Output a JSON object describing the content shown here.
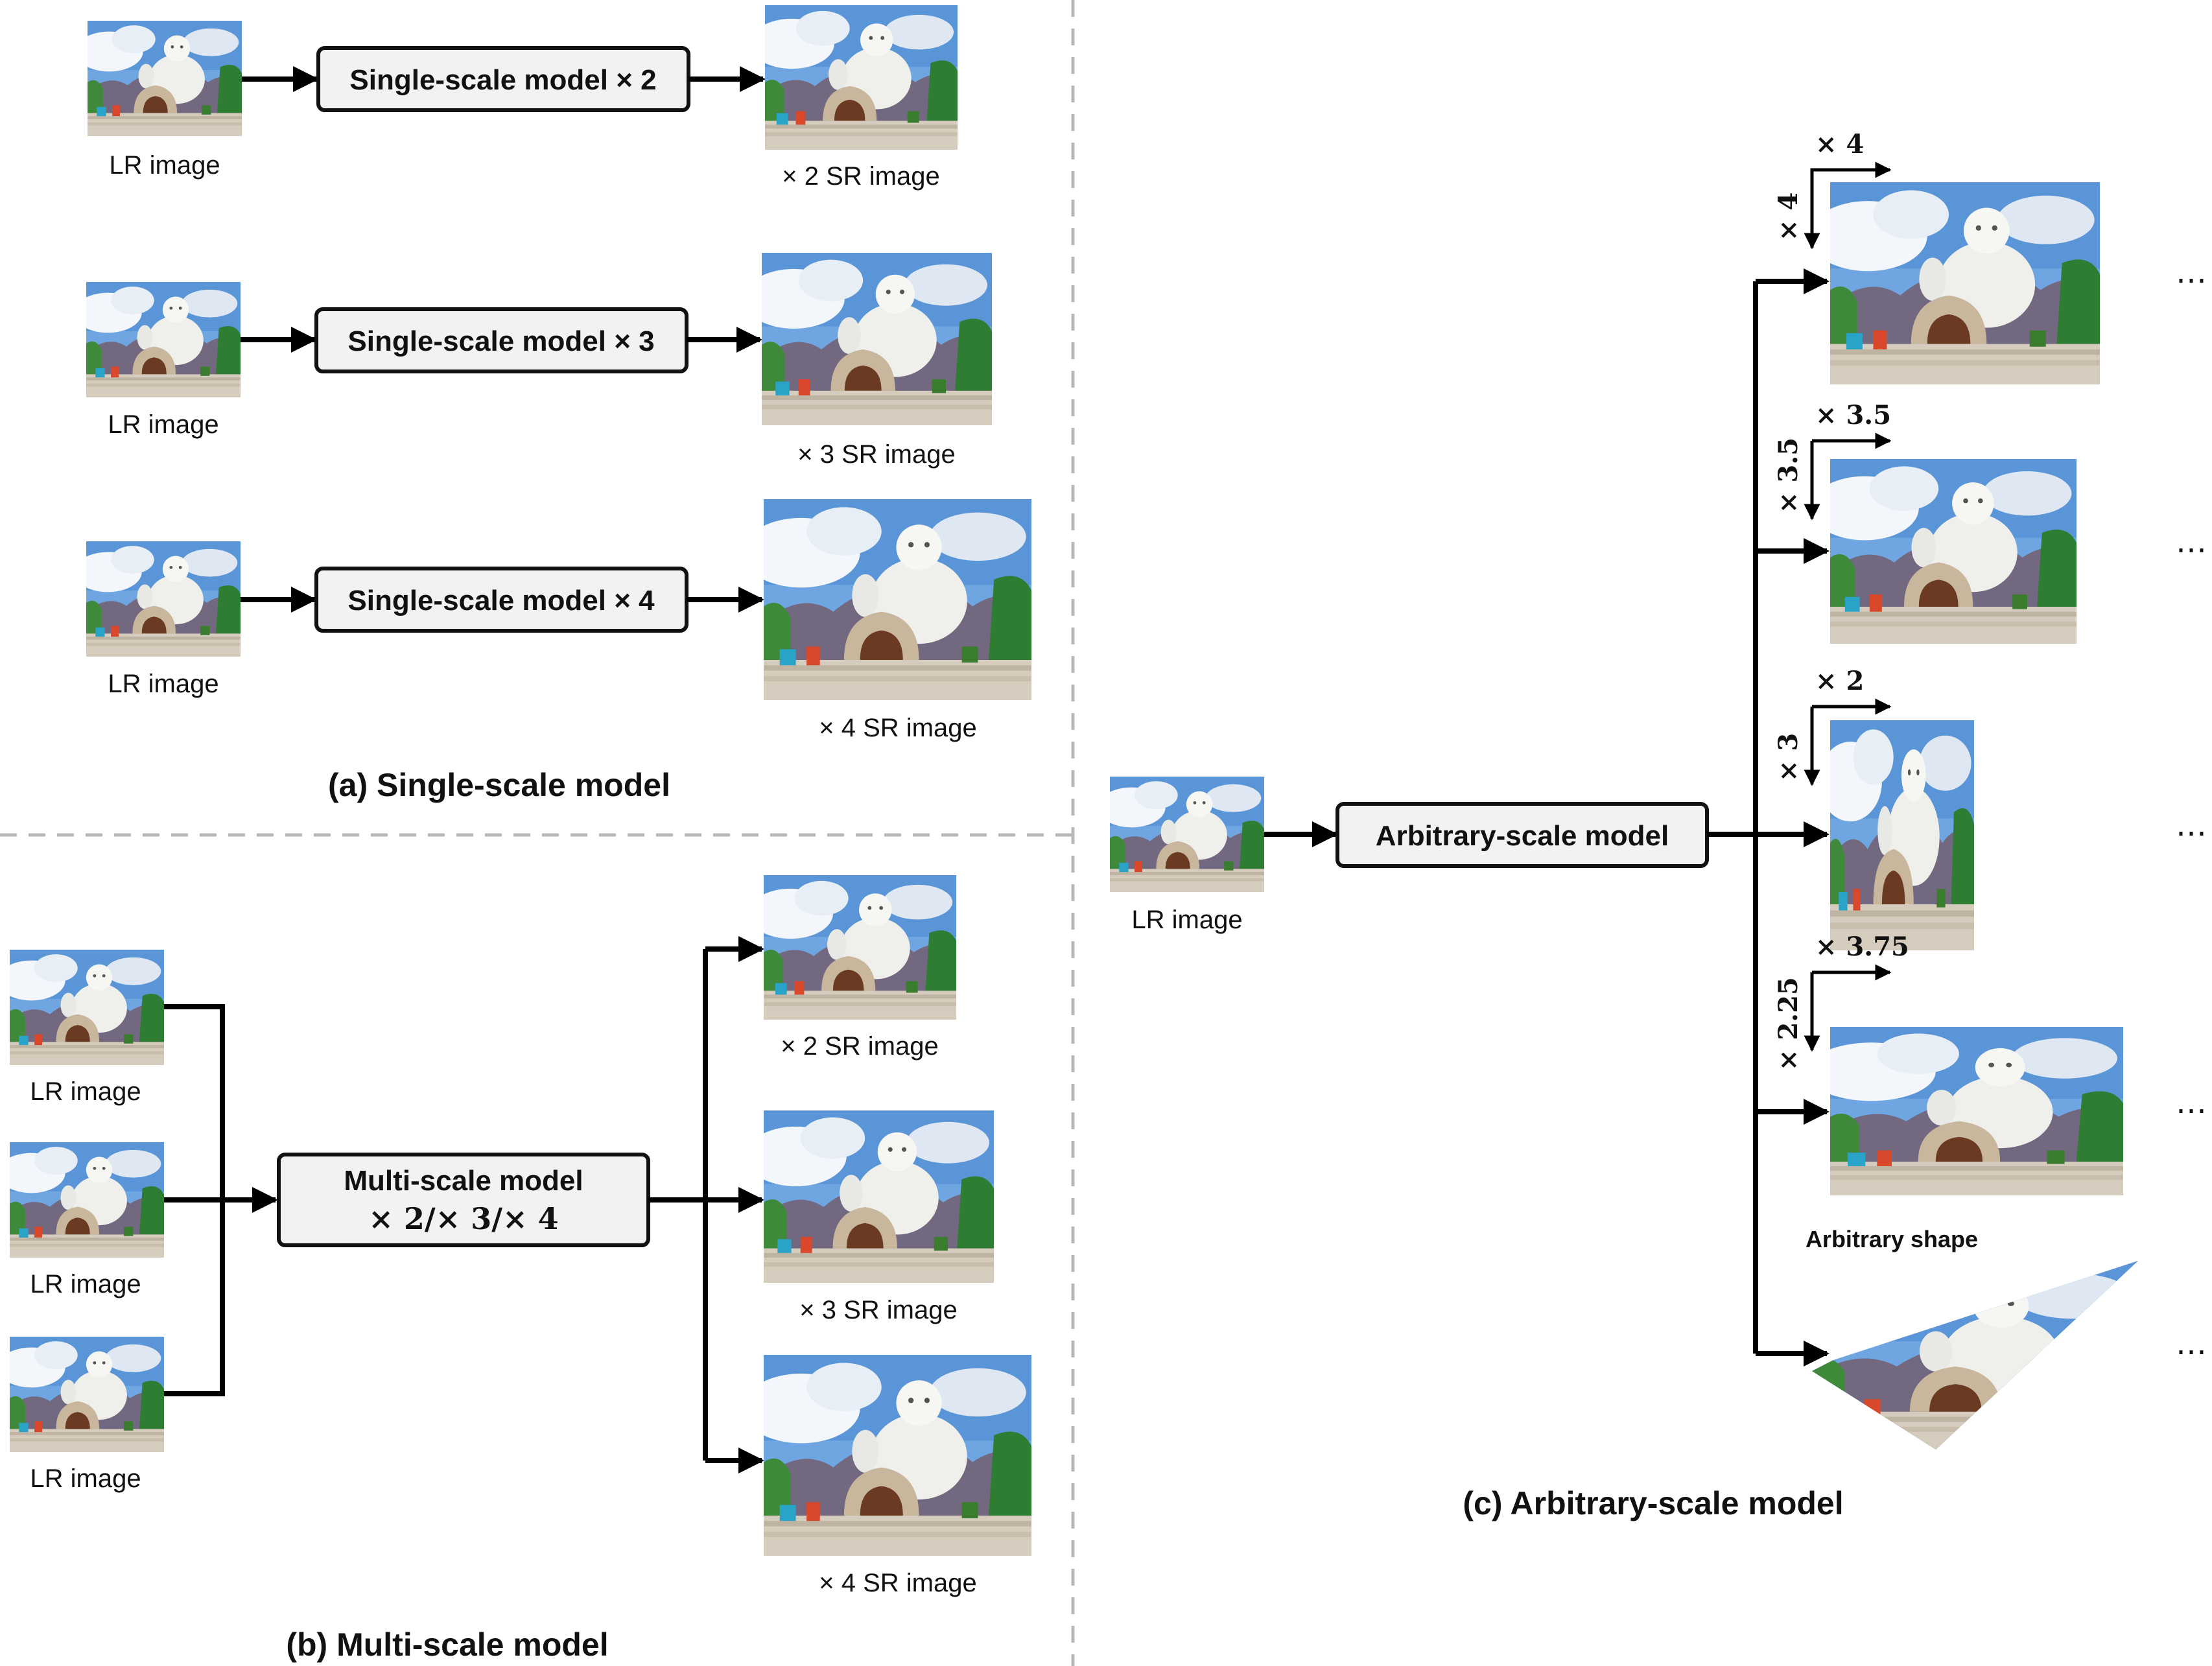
{
  "panel_a": {
    "title": "(a) Single-scale model",
    "rows": [
      {
        "input_label": "LR image",
        "model_label": "Single-scale model × 2",
        "output_label": "× 2 SR image"
      },
      {
        "input_label": "LR image",
        "model_label": "Single-scale model × 3",
        "output_label": "× 3 SR image"
      },
      {
        "input_label": "LR image",
        "model_label": "Single-scale model × 4",
        "output_label": "× 4 SR image"
      }
    ]
  },
  "panel_b": {
    "title": "(b) Multi-scale model",
    "inputs": [
      "LR image",
      "LR image",
      "LR image"
    ],
    "model_line1": "Multi-scale model",
    "model_line2": "× 2/× 3/× 4",
    "outputs": [
      "× 2 SR image",
      "× 3 SR image",
      "× 4 SR image"
    ]
  },
  "panel_c": {
    "title": "(c) Arbitrary-scale model",
    "input_label": "LR image",
    "model_label": "Arbitrary-scale model",
    "outputs": [
      {
        "horizontal_scale": "× 4",
        "vertical_scale": "× 4"
      },
      {
        "horizontal_scale": "× 3.5",
        "vertical_scale": "× 3.5"
      },
      {
        "horizontal_scale": "× 2",
        "vertical_scale": "× 3"
      },
      {
        "horizontal_scale": "× 3.75",
        "vertical_scale": "× 2.25"
      }
    ],
    "arbitrary_shape_label": "Arbitrary shape",
    "ellipsis": "⋯"
  }
}
